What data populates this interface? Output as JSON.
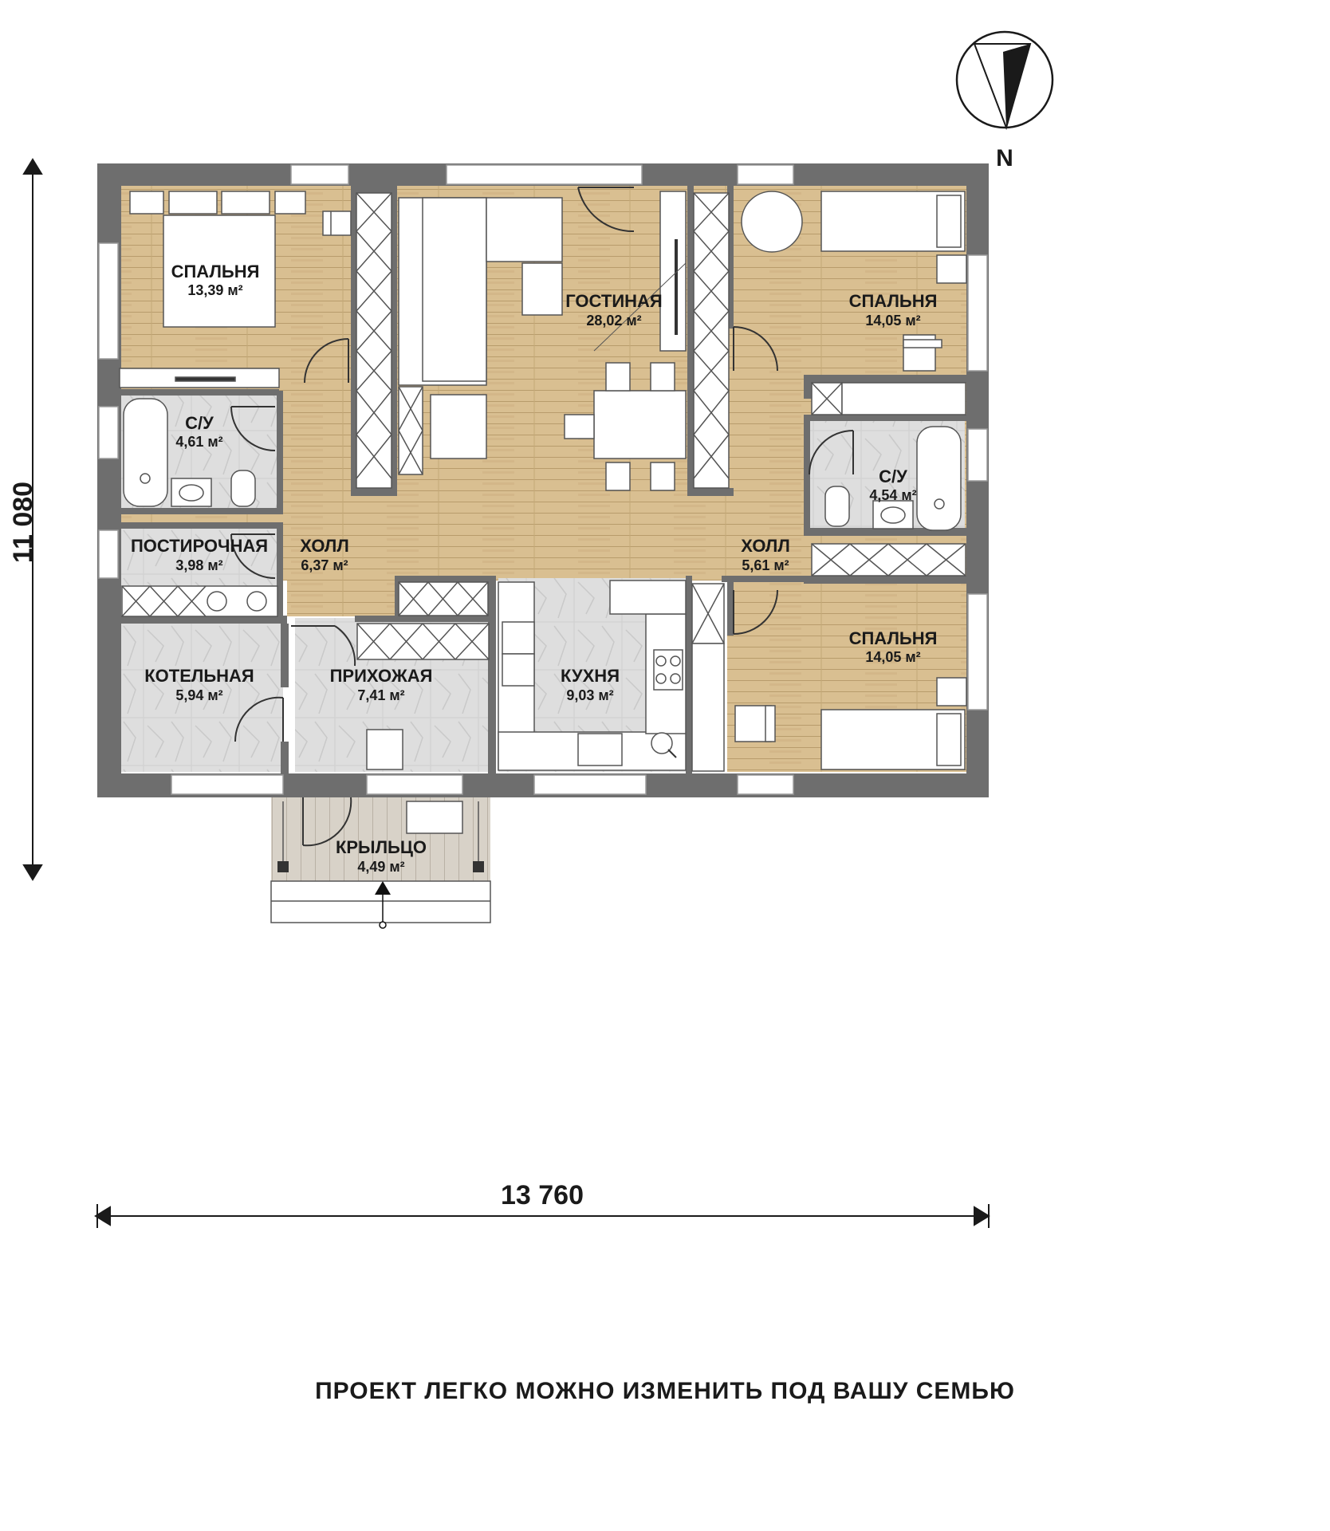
{
  "rooms": {
    "bedroom_nw": {
      "name": "СПАЛЬНЯ",
      "area": "13,39 м²"
    },
    "living": {
      "name": "ГОСТИНАЯ",
      "area": "28,02 м²"
    },
    "bedroom_ne": {
      "name": "СПАЛЬНЯ",
      "area": "14,05 м²"
    },
    "bath_w": {
      "name": "С/У",
      "area": "4,61 м²"
    },
    "bath_e": {
      "name": "С/У",
      "area": "4,54 м²"
    },
    "laundry": {
      "name": "ПОСТИРОЧНАЯ",
      "area": "3,98 м²"
    },
    "hall_w": {
      "name": "ХОЛЛ",
      "area": "6,37 м²"
    },
    "hall_e": {
      "name": "ХОЛЛ",
      "area": "5,61 м²"
    },
    "bedroom_se": {
      "name": "СПАЛЬНЯ",
      "area": "14,05 м²"
    },
    "boiler": {
      "name": "КОТЕЛЬНАЯ",
      "area": "5,94 м²"
    },
    "entry": {
      "name": "ПРИХОЖАЯ",
      "area": "7,41 м²"
    },
    "kitchen": {
      "name": "КУХНЯ",
      "area": "9,03 м²"
    },
    "porch": {
      "name": "КРЫЛЬЦО",
      "area": "4,49 м²"
    }
  },
  "dimensions": {
    "height": "11 080",
    "width": "13 760"
  },
  "compass": {
    "label": "N",
    "icon": "north-arrow-icon"
  },
  "caption": "ПРОЕКТ ЛЕГКО МОЖНО ИЗМЕНИТЬ ПОД ВАШУ СЕМЬЮ",
  "colors": {
    "wall": "#6e6e6e",
    "wood_floor": "#d9bf91",
    "tile_floor": "#dcdcdc",
    "porch_floor": "#d6d0c6",
    "furniture": "#ffffff"
  }
}
